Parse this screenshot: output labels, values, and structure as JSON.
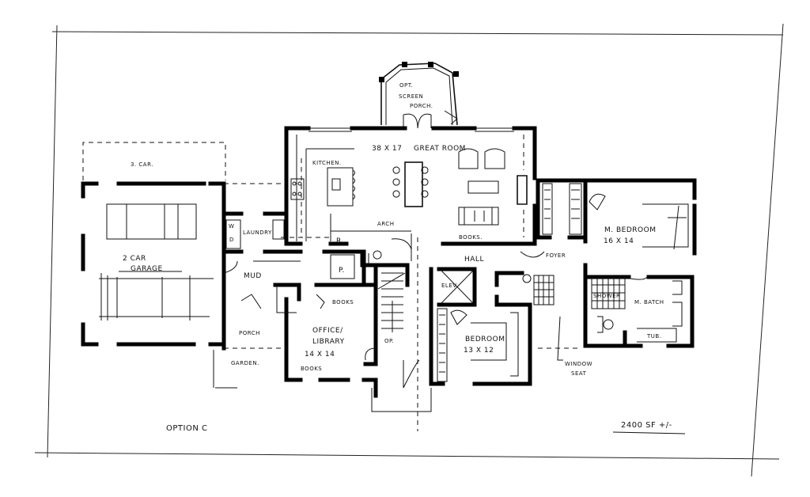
{
  "sheet": {
    "option_label": "OPTION C",
    "area_label": "2400 SF +/-"
  },
  "rooms": {
    "screen_porch": {
      "line1": "OPT.",
      "line2": "SCREEN",
      "line3": "PORCH."
    },
    "great_room": {
      "dims": "38 X 17",
      "name": "GREAT ROOM"
    },
    "kitchen": "KITCHEN.",
    "three_car": "3. CAR.",
    "garage": {
      "line1": "2 CAR",
      "line2": "GARAGE"
    },
    "washer": "W",
    "dryer": "D",
    "laundry": "LAUNDRY",
    "arch": "ARCH",
    "refrigerator": "R",
    "books_great_room": "BOOKS.",
    "pantry": "P.",
    "mud": "MUD",
    "hall": "HALL",
    "foyer": "FOYER",
    "elevator": "ELEV.",
    "books_office_top": "BOOKS",
    "porch": "PORCH",
    "office": {
      "line1": "OFFICE/",
      "line2": "LIBRARY",
      "dims": "14 X 14"
    },
    "books_office_side": "BOOKS",
    "garden": "GARDEN.",
    "stair_note": "OP.",
    "bedroom": {
      "name": "BEDROOM",
      "dims": "13 X 12"
    },
    "master_bedroom": {
      "name": "M. BEDROOM",
      "dims": "16 X 14"
    },
    "shower": "SHOWER",
    "master_bath": "M. BATCH",
    "tub": "TUB.",
    "window_seat": {
      "line1": "WINDOW",
      "line2": "SEAT"
    }
  },
  "colors": {
    "ink": "#000000",
    "paper": "#ffffff"
  }
}
